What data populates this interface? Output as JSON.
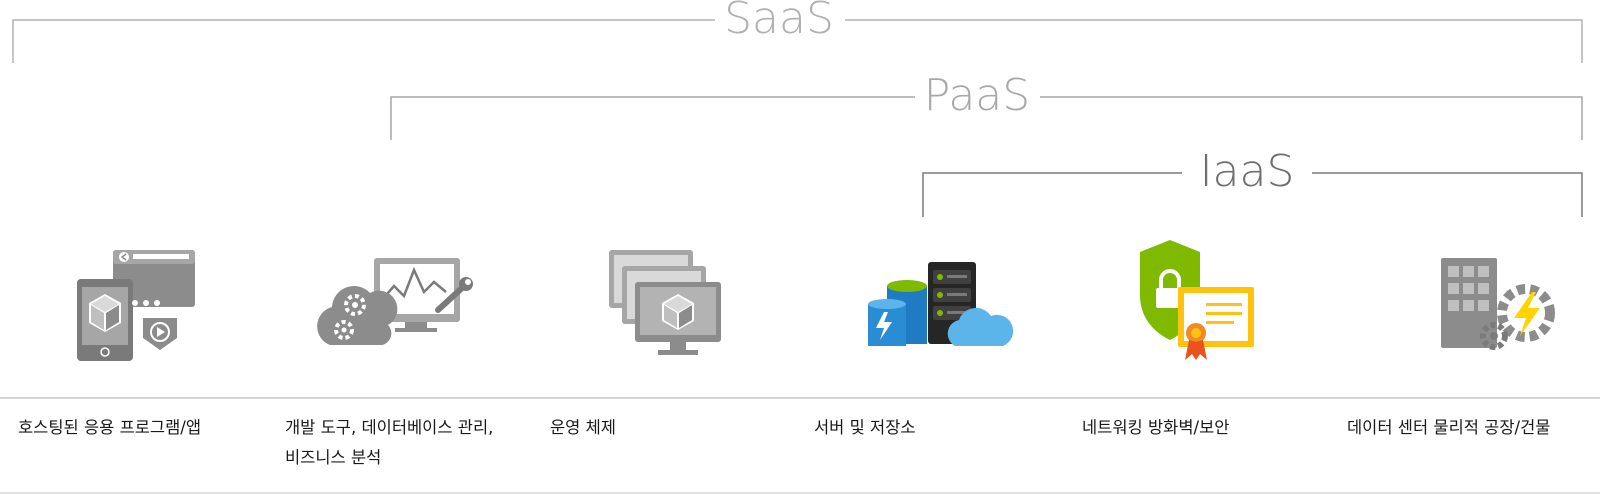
{
  "brackets": {
    "saas": "SaaS",
    "paas": "PaaS",
    "iaas": "IaaS"
  },
  "captions": {
    "hosted_apps": "호스팅된 응용 프로그램/앱",
    "dev_tools": "개발 도구, 데이터베이스 관리, 비즈니스 분석",
    "os": "운영 체제",
    "servers_storage": "서버 및 저장소",
    "networking": "네트워킹 방화벽/보안",
    "datacenter": "데이터 센터 물리적 공장/건물"
  },
  "icons": [
    "hosted-apps-icon",
    "dev-tools-cloud-icon",
    "operating-system-icon",
    "servers-storage-icon",
    "network-security-icon",
    "datacenter-building-icon"
  ],
  "colors": {
    "saas_line": "#b3b3b3",
    "paas_line": "#a6a6a6",
    "iaas_line": "#7a7a7a",
    "icon_gray": "#8c8c8c",
    "azure_blue": "#2a8dd4",
    "shield_green": "#7fba00",
    "certificate_yellow": "#ffc20e",
    "lightning_yellow": "#ffd400"
  }
}
